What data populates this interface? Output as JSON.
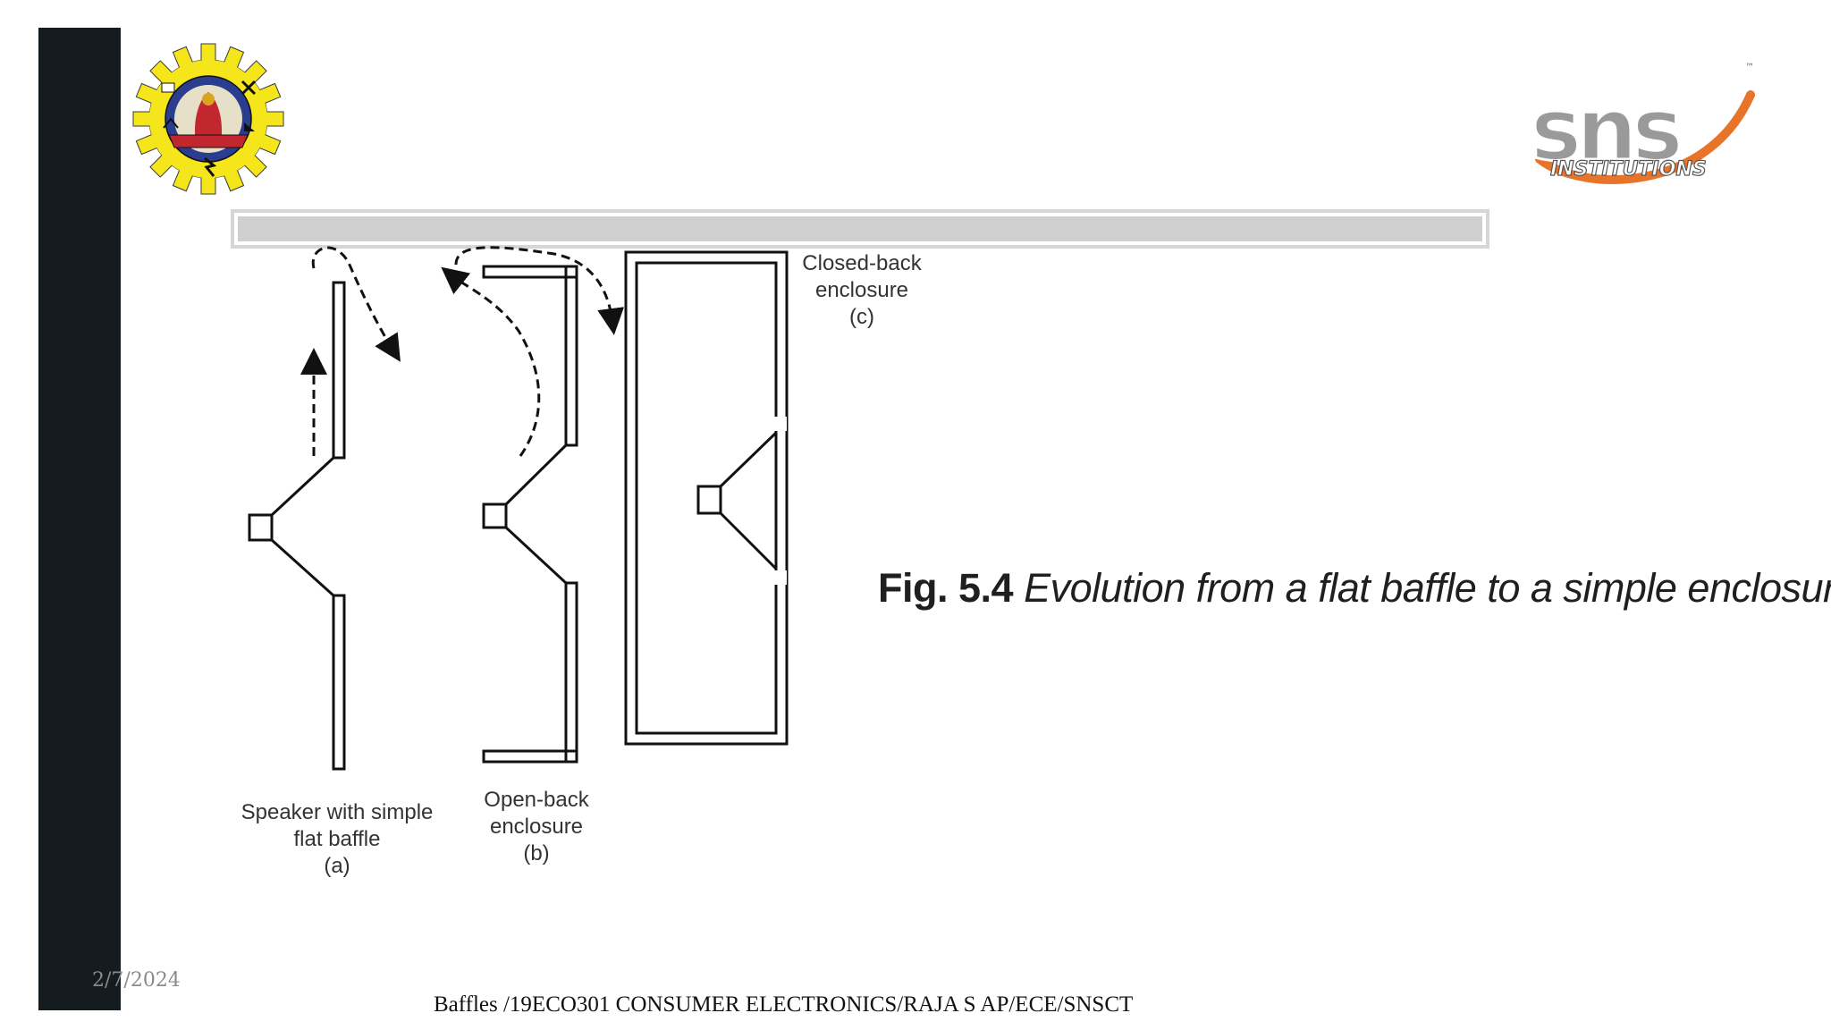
{
  "slide": {
    "figure_caption_number": "Fig. 5.4",
    "figure_caption_text": "Evolution from a flat baffle to a simple enclosure",
    "date": "2/7/2024",
    "footer": "Baffles  /19ECO301 CONSUMER ELECTRONICS/RAJA S AP/ECE/SNSCT"
  },
  "diagram": {
    "panel_a": {
      "line1": "Speaker with simple",
      "line2": "flat baffle",
      "line3": "(a)"
    },
    "panel_b": {
      "line1": "Open-back",
      "line2": "enclosure",
      "line3": "(b)"
    },
    "panel_c": {
      "line1": "Closed-back",
      "line2": "enclosure",
      "line3": "(c)"
    }
  },
  "logos": {
    "left": {
      "icon": "college-seal-gear-logo"
    },
    "right": {
      "icon": "sns-institutions-logo",
      "text": "INSTITUTIONS"
    }
  },
  "colors": {
    "sidebar": "#151c20",
    "gear_yellow": "#f5e51b",
    "sns_orange": "#e8742a",
    "sns_gray": "#9a9a9a"
  }
}
